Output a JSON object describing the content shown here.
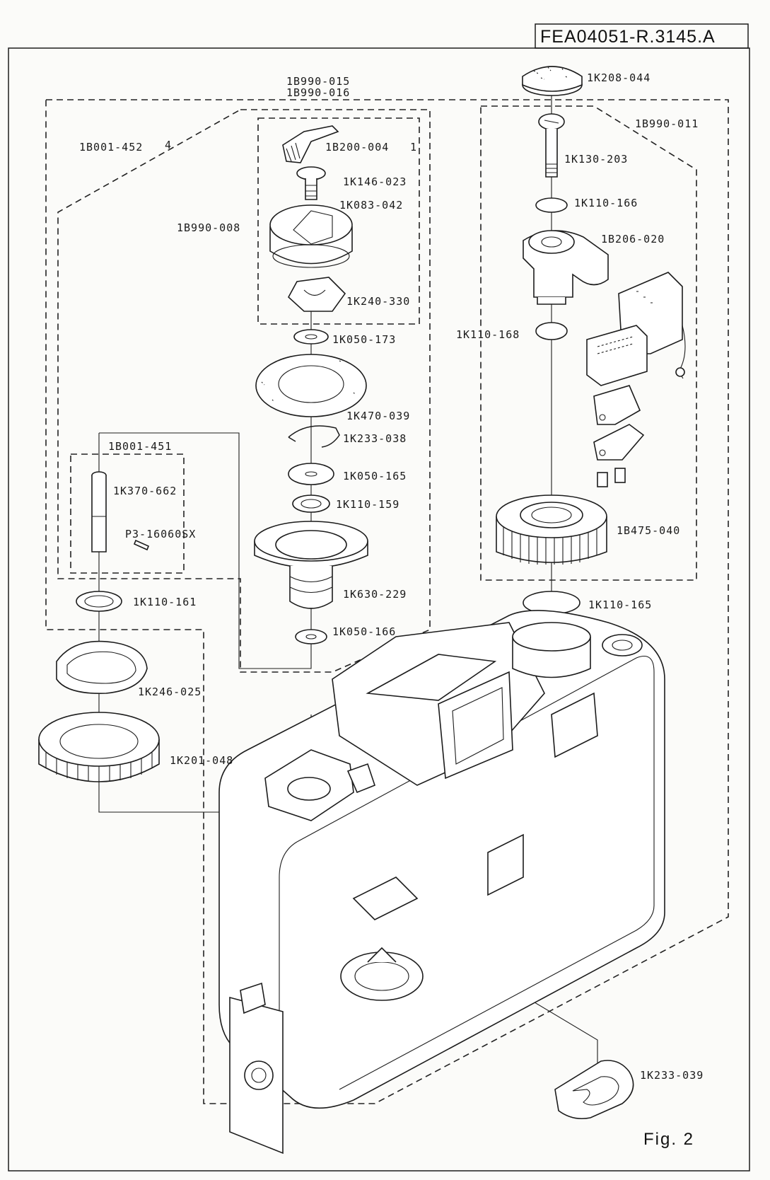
{
  "doc_code": "FEA04051-R.3145.A",
  "figure_label": "Fig. 2",
  "part_labels": {
    "k208_044": "1K208-044",
    "b990_015": "1B990-015",
    "b990_016": "1B990-016",
    "b990_011": "1B990-011",
    "b001_452": "1B001-452",
    "b001_452_rev": "4",
    "b200_004": "1B200-004",
    "b200_004_rev": "1",
    "k146_023": "1K146-023",
    "k083_042": "1K083-042",
    "b990_008": "1B990-008",
    "k240_330": "1K240-330",
    "k050_173": "1K050-173",
    "k470_039": "1K470-039",
    "k233_038": "1K233-038",
    "b001_451": "1B001-451",
    "k370_662": "1K370-662",
    "p3_16060sx": "P3-16060SX",
    "k050_165": "1K050-165",
    "k110_159": "1K110-159",
    "k630_229": "1K630-229",
    "k050_166": "1K050-166",
    "k110_161": "1K110-161",
    "k246_025": "1K246-025",
    "k201_048": "1K201-048",
    "k130_203": "1K130-203",
    "k110_166": "1K110-166",
    "b206_020": "1B206-020",
    "k110_168": "1K110-168",
    "b475_040": "1B475-040",
    "k110_165": "1K110-165",
    "k233_039": "1K233-039"
  }
}
